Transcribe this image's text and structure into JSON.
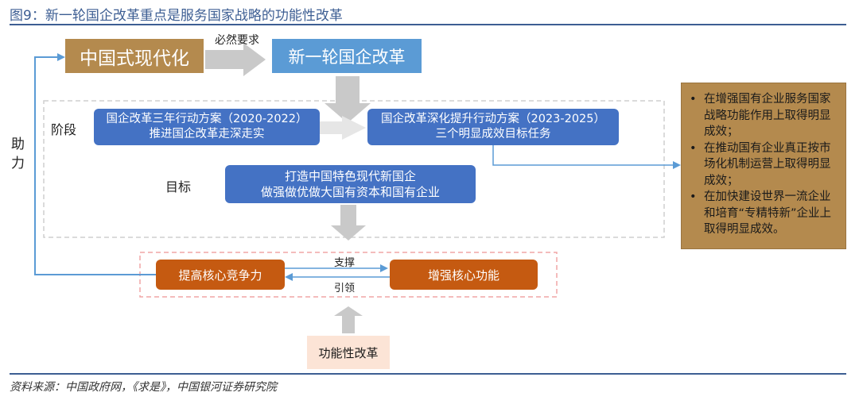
{
  "figure_title": "图9：新一轮国企改革重点是服务国家战略的功能性改革",
  "top": {
    "modernization_label": "中国式现代化",
    "requirement_label": "必然要求",
    "reform_label": "新一轮国企改革"
  },
  "side": {
    "assist_label": "助\n力"
  },
  "stage": {
    "label": "阶段",
    "plan1_line1": "国企改革三年行动方案（2020-2022）",
    "plan1_line2": "推进国企改革走深走实",
    "plan2_line1": "国企改革深化提升行动方案（2023-2025）",
    "plan2_line2": "三个明显成效目标任务"
  },
  "goal": {
    "label": "目标",
    "line1": "打造中国特色现代新国企",
    "line2": "做强做优做大国有资本和国有企业"
  },
  "bottom": {
    "competitiveness_label": "提高核心竞争力",
    "function_label": "增强核心功能",
    "support_label": "支撑",
    "guide_label": "引领",
    "functional_reform_label": "功能性改革"
  },
  "results": {
    "bullet": "•",
    "items": [
      "在增强国有企业服务国家战略功能作用上取得明显成效；",
      "在推动国有企业真正按市场化机制运营上取得明显成效；",
      "在加快建设世界一流企业和培育“专精特新”企业上取得明显成效。"
    ]
  },
  "source": "资料来源：中国政府网，《求是》，中国银河证券研究院",
  "colors": {
    "brown": "#b48a4e",
    "blue": "#4472c4",
    "light_blue": "#5b9bd5",
    "orange": "#c55a11",
    "peach": "#fce4d6",
    "gray_arrow": "#c9c9c9",
    "title_blue": "#3d5e93"
  }
}
